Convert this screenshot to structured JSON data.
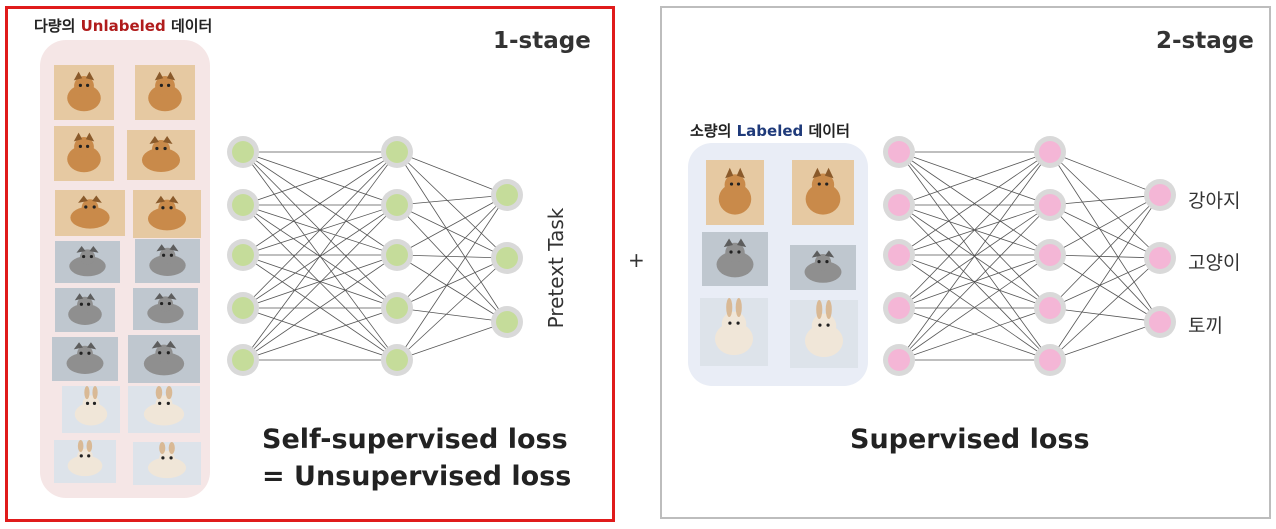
{
  "stage1": {
    "stage_label": "1-stage",
    "caption_pre": "다량의 ",
    "caption_highlight": "Unlabeled",
    "caption_post": " 데이터",
    "pretext_label": "Pretext Task",
    "loss_line1": "Self-supervised loss",
    "loss_line2": "= Unsupervised loss",
    "images": [
      "dog-icon",
      "dog-icon",
      "dog-icon",
      "dog-icon",
      "dog-icon",
      "dog-icon",
      "cat-icon",
      "cat-icon",
      "cat-icon",
      "cat-icon",
      "cat-icon",
      "cat-icon",
      "rabbit-icon",
      "rabbit-icon",
      "rabbit-icon",
      "rabbit-icon"
    ]
  },
  "plus": "+",
  "stage2": {
    "stage_label": "2-stage",
    "caption_pre": "소량의 ",
    "caption_highlight": "Labeled",
    "caption_post": " 데이터",
    "loss": "Supervised loss",
    "outputs": [
      "강아지",
      "고양이",
      "토끼"
    ],
    "images": [
      "dog-icon",
      "dog-icon",
      "cat-icon",
      "cat-icon",
      "rabbit-icon",
      "rabbit-icon"
    ]
  },
  "colors": {
    "stage1_border": "#e01b1b",
    "stage2_border": "#bdbdbd",
    "unlabeled_text": "#b01c1c",
    "labeled_text": "#1f3a7a",
    "node1_fill": "#c5dc9a",
    "node2_fill": "#f4b6d6",
    "node_ring": "#d9d9d9",
    "data_box1": "#f5e6e6",
    "data_box2": "#e9edf6"
  }
}
